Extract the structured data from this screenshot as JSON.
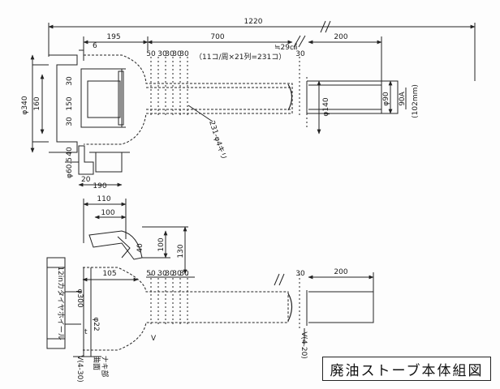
{
  "title": "廃油ストーブ本体組図",
  "colors": {
    "line": "#222222",
    "hidden": "#333333",
    "paper": "#fdfdfd"
  },
  "top_view": {
    "dims": {
      "overall": "1220",
      "d195": "195",
      "d6": "6",
      "d700": "700",
      "d200": "200",
      "d50": "50",
      "d30a": "30",
      "d30b": "30",
      "d30c": "30",
      "d30d": "30",
      "d30e": "30",
      "area": "≒29㎠",
      "holes_note": "（11コ/周×21列=231コ）",
      "phi340": "φ340",
      "d160": "160",
      "d30l1": "30",
      "d150": "150",
      "d30l2": "30",
      "d40": "40",
      "phi60_5": "φ60.5",
      "d20": "20",
      "d190": "190",
      "drill": "231-φ4キリ",
      "phi140": "φ140",
      "phi90": "φ90",
      "pipe90a": "90A",
      "pipe102": "(102mm)"
    }
  },
  "side_view": {
    "dims": {
      "d110": "110",
      "d100a": "100",
      "d40": "40",
      "d100b": "100",
      "d130": "130",
      "d105": "105",
      "d50": "50",
      "d30a": "30",
      "d30b": "30",
      "d30c": "30",
      "d30d": "30",
      "d30e": "30",
      "d200": "200",
      "wheel": "12inカタイヤホイール",
      "phi300": "φ300",
      "phi22": "φ22",
      "t30": "t",
      "bottom_note": "ナキ部",
      "bottom_note2": "曲面",
      "vtag1": "V(4-30)",
      "vtag2": "V(4-20)",
      "vmark": "V"
    }
  }
}
